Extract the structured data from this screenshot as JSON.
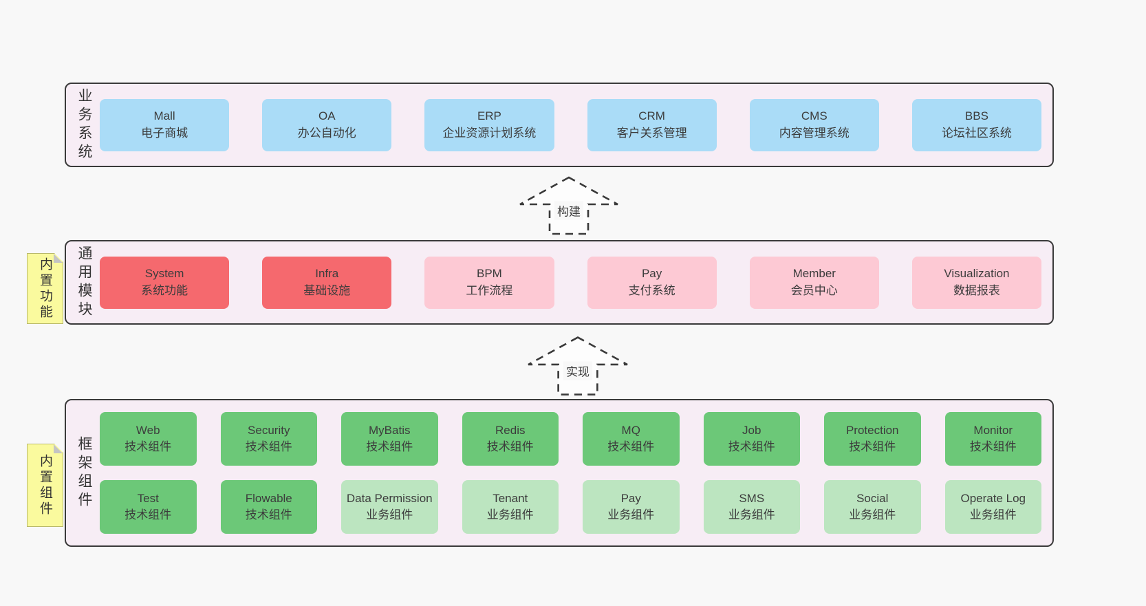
{
  "palette": {
    "background": "#f8f8f8",
    "bandFill": "#f7edf5",
    "bandBorder": "#3a3a3a",
    "blue": "#aadcf7",
    "red": "#f5696e",
    "pink": "#fdc9d4",
    "greenDark": "#6cc878",
    "greenLight": "#bce5c0",
    "noteFill": "#fafa9e",
    "noteBorder": "#b9b96a",
    "noteFold": "#c4c4c4",
    "text": "#3c3c3c"
  },
  "arrows": [
    {
      "label": "构建"
    },
    {
      "label": "实现"
    }
  ],
  "bands": [
    {
      "label": "业务系统",
      "note": null,
      "rows": [
        [
          {
            "title": "Mall",
            "subtitle": "电子商城",
            "color": "blue"
          },
          {
            "title": "OA",
            "subtitle": "办公自动化",
            "color": "blue"
          },
          {
            "title": "ERP",
            "subtitle": "企业资源计划系统",
            "color": "blue"
          },
          {
            "title": "CRM",
            "subtitle": "客户关系管理",
            "color": "blue"
          },
          {
            "title": "CMS",
            "subtitle": "内容管理系统",
            "color": "blue"
          },
          {
            "title": "BBS",
            "subtitle": "论坛社区系统",
            "color": "blue"
          }
        ]
      ]
    },
    {
      "label": "通用模块",
      "note": "内置功能",
      "rows": [
        [
          {
            "title": "System",
            "subtitle": "系统功能",
            "color": "red"
          },
          {
            "title": "Infra",
            "subtitle": "基础设施",
            "color": "red"
          },
          {
            "title": "BPM",
            "subtitle": "工作流程",
            "color": "pink"
          },
          {
            "title": "Pay",
            "subtitle": "支付系统",
            "color": "pink"
          },
          {
            "title": "Member",
            "subtitle": "会员中心",
            "color": "pink"
          },
          {
            "title": "Visualization",
            "subtitle": "数据报表",
            "color": "pink"
          }
        ]
      ]
    },
    {
      "label": "框架组件",
      "note": "内置组件",
      "rows": [
        [
          {
            "title": "Web",
            "subtitle": "技术组件",
            "color": "green-dark"
          },
          {
            "title": "Security",
            "subtitle": "技术组件",
            "color": "green-dark"
          },
          {
            "title": "MyBatis",
            "subtitle": "技术组件",
            "color": "green-dark"
          },
          {
            "title": "Redis",
            "subtitle": "技术组件",
            "color": "green-dark"
          },
          {
            "title": "MQ",
            "subtitle": "技术组件",
            "color": "green-dark"
          },
          {
            "title": "Job",
            "subtitle": "技术组件",
            "color": "green-dark"
          },
          {
            "title": "Protection",
            "subtitle": "技术组件",
            "color": "green-dark"
          },
          {
            "title": "Monitor",
            "subtitle": "技术组件",
            "color": "green-dark"
          }
        ],
        [
          {
            "title": "Test",
            "subtitle": "技术组件",
            "color": "green-dark"
          },
          {
            "title": "Flowable",
            "subtitle": "技术组件",
            "color": "green-dark"
          },
          {
            "title": "Data Permission",
            "subtitle": "业务组件",
            "color": "green-light"
          },
          {
            "title": "Tenant",
            "subtitle": "业务组件",
            "color": "green-light"
          },
          {
            "title": "Pay",
            "subtitle": "业务组件",
            "color": "green-light"
          },
          {
            "title": "SMS",
            "subtitle": "业务组件",
            "color": "green-light"
          },
          {
            "title": "Social",
            "subtitle": "业务组件",
            "color": "green-light"
          },
          {
            "title": "Operate Log",
            "subtitle": "业务组件",
            "color": "green-light"
          }
        ]
      ]
    }
  ]
}
